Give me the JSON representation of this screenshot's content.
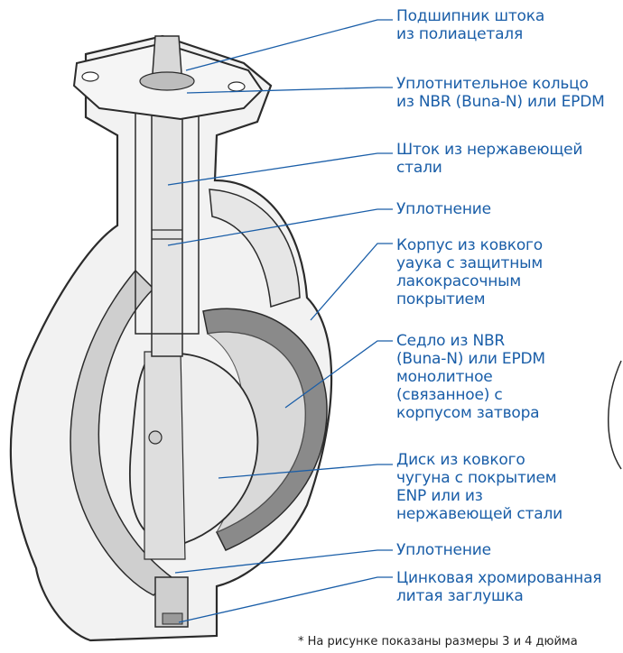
{
  "colors": {
    "label": "#1a5ea8",
    "outline": "#2b2b2b",
    "section": "#cfcfcf",
    "seat": "#8a8a8a"
  },
  "callouts": [
    {
      "id": "stem-bearing",
      "text": "Подшипник штока\nиз полиацеталя"
    },
    {
      "id": "o-ring",
      "text": "Уплотнительное кольцо\nиз NBR (Buna-N) или EPDM"
    },
    {
      "id": "stem",
      "text": "Шток из нержавеющей\nстали"
    },
    {
      "id": "upper-seal",
      "text": "Уплотнение"
    },
    {
      "id": "body",
      "text": "Корпус из ковкого\nуаука с защитным\nлакокрасочным\nпокрытием"
    },
    {
      "id": "seat",
      "text": "Седло из NBR\n(Buna-N) или EPDM\nмонолитное\n(связанное) с\nкорпусом затвора"
    },
    {
      "id": "disc",
      "text": "Диск из ковкого\nчугуна с покрытием\nENP или из\nнержавеющей стали"
    },
    {
      "id": "lower-seal",
      "text": "Уплотнение"
    },
    {
      "id": "plug",
      "text": "Цинковая хромированная\nлитая заглушка"
    }
  ],
  "footnote": "* На рисунке показаны размеры 3 и 4 дюйма"
}
